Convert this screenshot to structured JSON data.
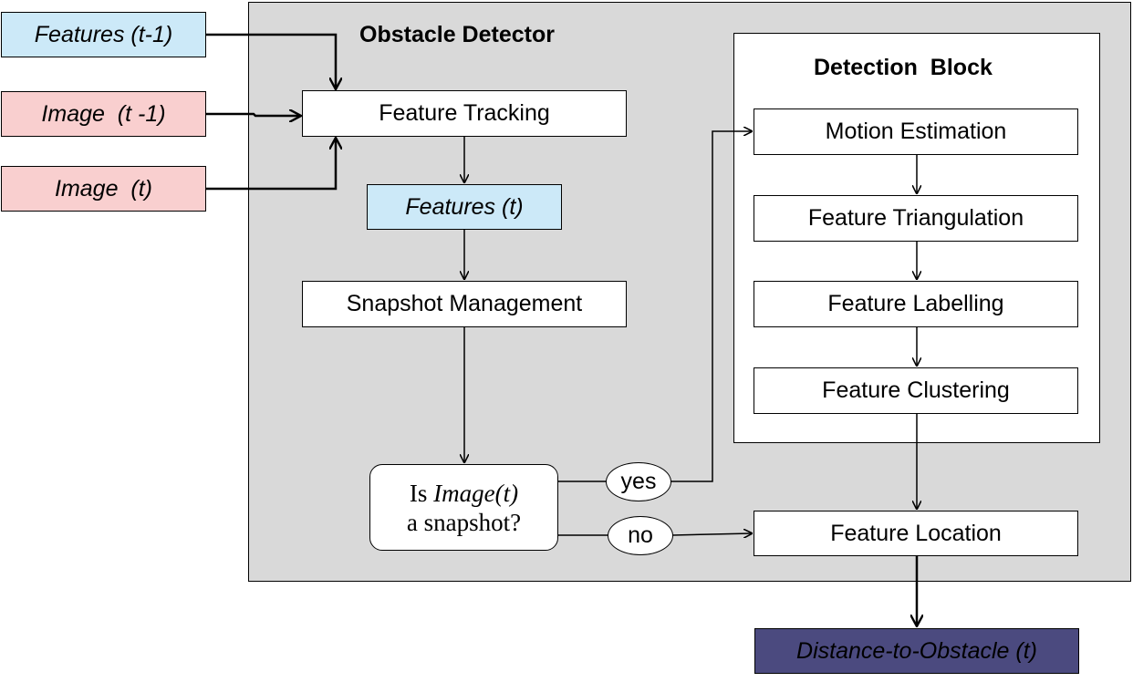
{
  "inputs": {
    "features_prev": "Features (t-1)",
    "image_prev": "Image  (t -1)",
    "image_curr": "Image  (t)"
  },
  "obstacle_detector": {
    "title": "Obstacle Detector",
    "feature_tracking": "Feature Tracking",
    "features_t": "Features (t)",
    "snapshot_management": "Snapshot Management",
    "decision": {
      "line1_prefix": "Is ",
      "line1_italic": "Image(t)",
      "line2": "a snapshot?"
    },
    "yes_label": "yes",
    "no_label": "no",
    "feature_location": "Feature Location"
  },
  "detection_block": {
    "title": "Detection  Block",
    "motion_estimation": "Motion Estimation",
    "feature_triangulation": "Feature Triangulation",
    "feature_labelling": "Feature Labelling",
    "feature_clustering": "Feature Clustering"
  },
  "output": "Distance-to-Obstacle (t)",
  "colors": {
    "detector_bg": "#d9d9d9",
    "features_fill": "#cce9f8",
    "image_fill": "#f9cfcf",
    "output_fill": "#4b4a7f"
  }
}
